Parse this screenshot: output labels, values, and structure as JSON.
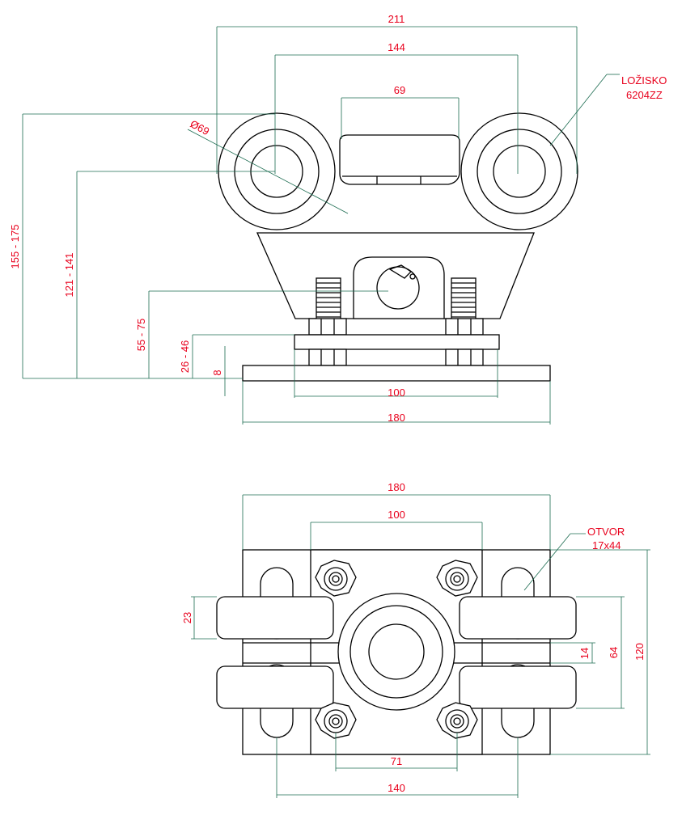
{
  "colors": {
    "outline": "#000000",
    "dimension_line": "#1b6b50",
    "dimension_text": "#e8001c",
    "background": "#ffffff"
  },
  "front_view": {
    "dim_overall_width": "211",
    "dim_wheel_centers": "144",
    "dim_guide_width": "69",
    "dim_wheel_diameter": "Ø69",
    "bearing_label_line1": "LOŽISKO",
    "bearing_label_line2": "6204ZZ",
    "dim_total_height": "155 - 175",
    "dim_axle_height": "121 - 141",
    "dim_bracket_height": "55 - 75",
    "dim_nut_height": "26 - 46",
    "dim_plate_thickness": "8",
    "dim_bolt_spacing": "100",
    "dim_plate_width": "180"
  },
  "top_view": {
    "dim_plate_width": "180",
    "dim_block_width": "100",
    "slot_label_line1": "OTVOR",
    "slot_label_line2": "17x44",
    "dim_wheel_thickness": "23",
    "dim_gap": "14",
    "dim_wheel_span": "64",
    "dim_plate_depth": "120",
    "dim_bolt_spacing": "71",
    "dim_slot_spacing": "140"
  }
}
